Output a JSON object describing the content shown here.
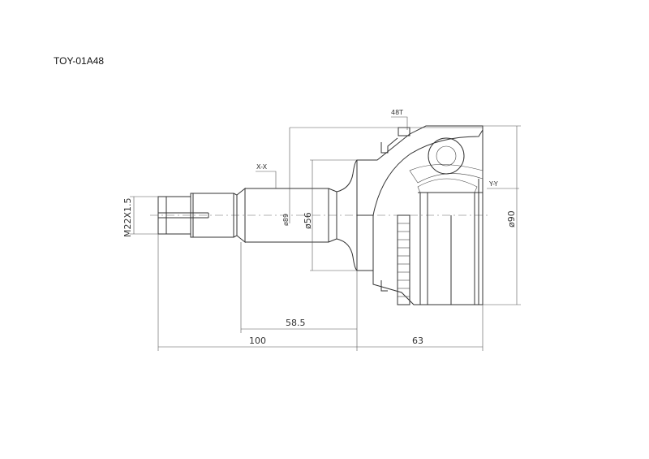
{
  "title": "TOY-01A48",
  "labels": {
    "teeth": "48T",
    "section_x": "X-X",
    "section_y": "Y-Y",
    "thread": "M22X1.5",
    "dia_89": "ø89",
    "dia_56": "ø56",
    "dia_90": "ø90",
    "len_58_5": "58.5",
    "len_100": "100",
    "len_63": "63"
  },
  "colors": {
    "line": "#333333",
    "background": "#ffffff"
  }
}
